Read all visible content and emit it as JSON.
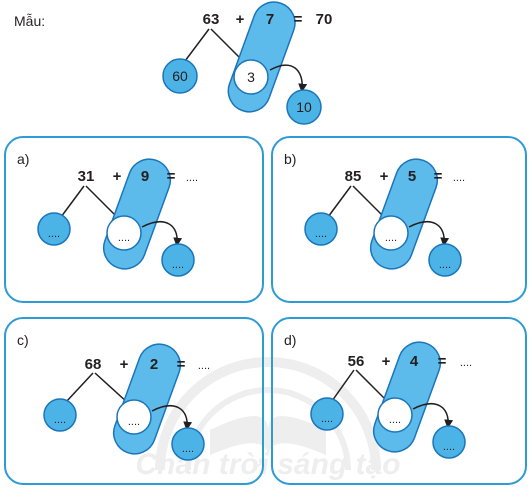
{
  "example": {
    "label": "Mẫu:",
    "a": "63",
    "plus": "+",
    "b": "7",
    "equals": "=",
    "result": "70",
    "tens": "60",
    "ones": "3",
    "sum_tens": "10"
  },
  "exercises": [
    {
      "label": "a)",
      "a": "31",
      "plus": "+",
      "b": "9",
      "equals": "=",
      "answer": "....",
      "blank": "...."
    },
    {
      "label": "b)",
      "a": "85",
      "plus": "+",
      "b": "5",
      "equals": "=",
      "answer": "....",
      "blank": "...."
    },
    {
      "label": "c)",
      "a": "68",
      "plus": "+",
      "b": "2",
      "equals": "=",
      "answer": "....",
      "blank": "...."
    },
    {
      "label": "d)",
      "a": "56",
      "plus": "+",
      "b": "4",
      "equals": "=",
      "answer": "....",
      "blank": "...."
    }
  ],
  "watermark": "Chân trời sáng tạo",
  "colors": {
    "circle_fill": "#4cb3e6",
    "capsule_fill": "#5cbbea",
    "stroke": "#1b75bb",
    "box_border": "#2e9bd6"
  }
}
